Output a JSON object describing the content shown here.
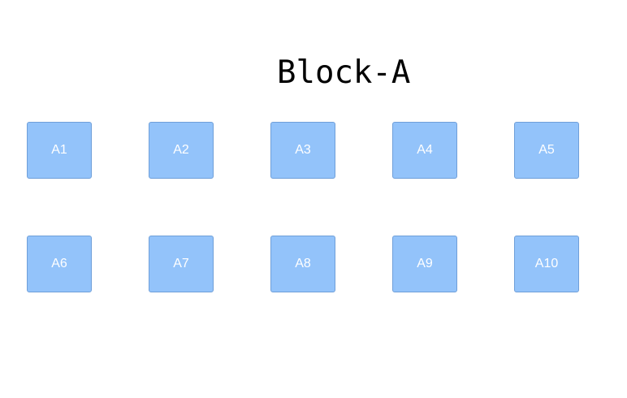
{
  "block": {
    "title": "Block-A"
  },
  "colors": {
    "seat_fill": "#93c3fa",
    "seat_border": "#6f9fd9",
    "seat_text": "#ffffff",
    "background": "#ffffff",
    "title_text": "#000000"
  },
  "seats": [
    {
      "label": "A1"
    },
    {
      "label": "A2"
    },
    {
      "label": "A3"
    },
    {
      "label": "A4"
    },
    {
      "label": "A5"
    },
    {
      "label": "A6"
    },
    {
      "label": "A7"
    },
    {
      "label": "A8"
    },
    {
      "label": "A9"
    },
    {
      "label": "A10"
    }
  ]
}
